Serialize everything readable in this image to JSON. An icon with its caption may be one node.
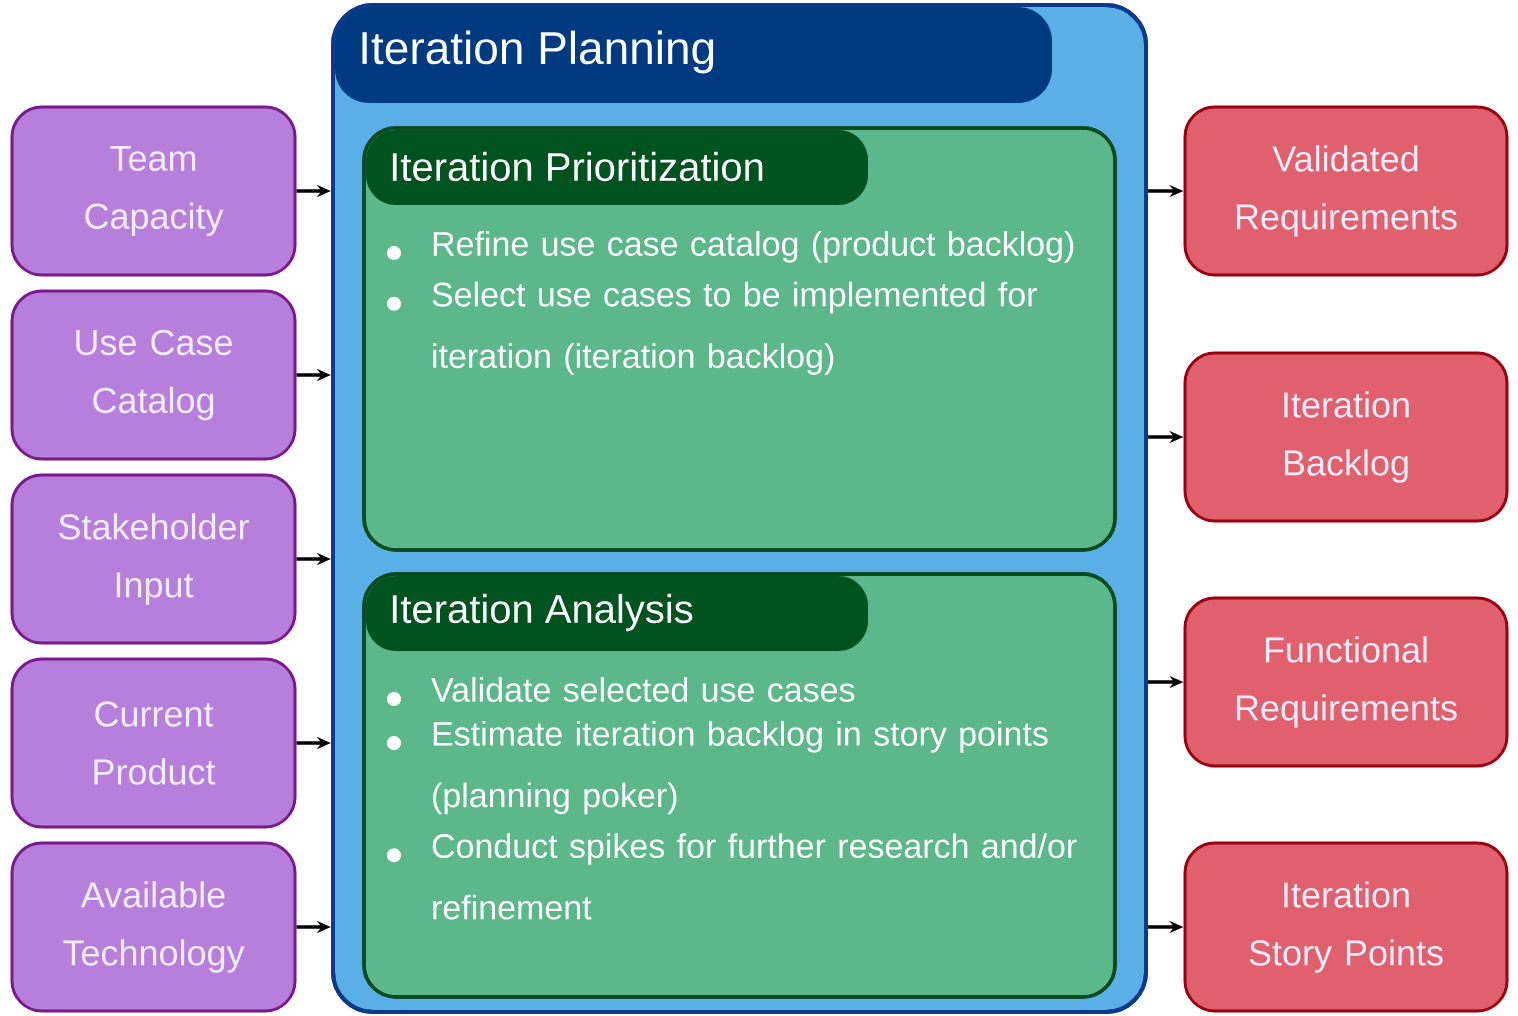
{
  "diagram": {
    "nodes": [
      {
        "text": [
          "Iteration Planning"
        ]
      },
      {
        "text": [
          "Iteration Prioritization",
          "Refine use case catalog (product backlog)",
          "Select use cases to be implemented for iteration (iteration backlog)"
        ],
        "in": 0
      },
      {
        "text": [
          "Iteration Analysis",
          "Validate selected use cases",
          "Estimate iteration backlog in story points (planning poker)",
          "Conduct spikes for further research and/or refinement"
        ],
        "in": 0
      },
      {
        "text": [
          "Team Capacity"
        ]
      },
      {
        "text": [
          "Use Case Catalog"
        ]
      },
      {
        "text": [
          "Stakeholder Input"
        ]
      },
      {
        "text": [
          "Current Product"
        ]
      },
      {
        "text": [
          "Available Technology"
        ]
      },
      {
        "text": [
          "Validated Requirements"
        ]
      },
      {
        "text": [
          "Iteration Backlog"
        ]
      },
      {
        "text": [
          "Functional Requirements"
        ]
      },
      {
        "text": [
          "Iteration Story Points"
        ]
      }
    ],
    "edges": [
      {
        "from": 3,
        "to": 0,
        "arrow": "to"
      },
      {
        "from": 4,
        "to": 0,
        "arrow": "to"
      },
      {
        "from": 5,
        "to": 0,
        "arrow": "to"
      },
      {
        "from": 6,
        "to": 0,
        "arrow": "to"
      },
      {
        "from": 7,
        "to": 0,
        "arrow": "to"
      },
      {
        "from": 0,
        "to": 8,
        "arrow": "to"
      },
      {
        "from": 0,
        "to": 9,
        "arrow": "to"
      },
      {
        "from": 0,
        "to": 10,
        "arrow": "to"
      },
      {
        "from": 0,
        "to": 11,
        "arrow": "to"
      }
    ]
  }
}
